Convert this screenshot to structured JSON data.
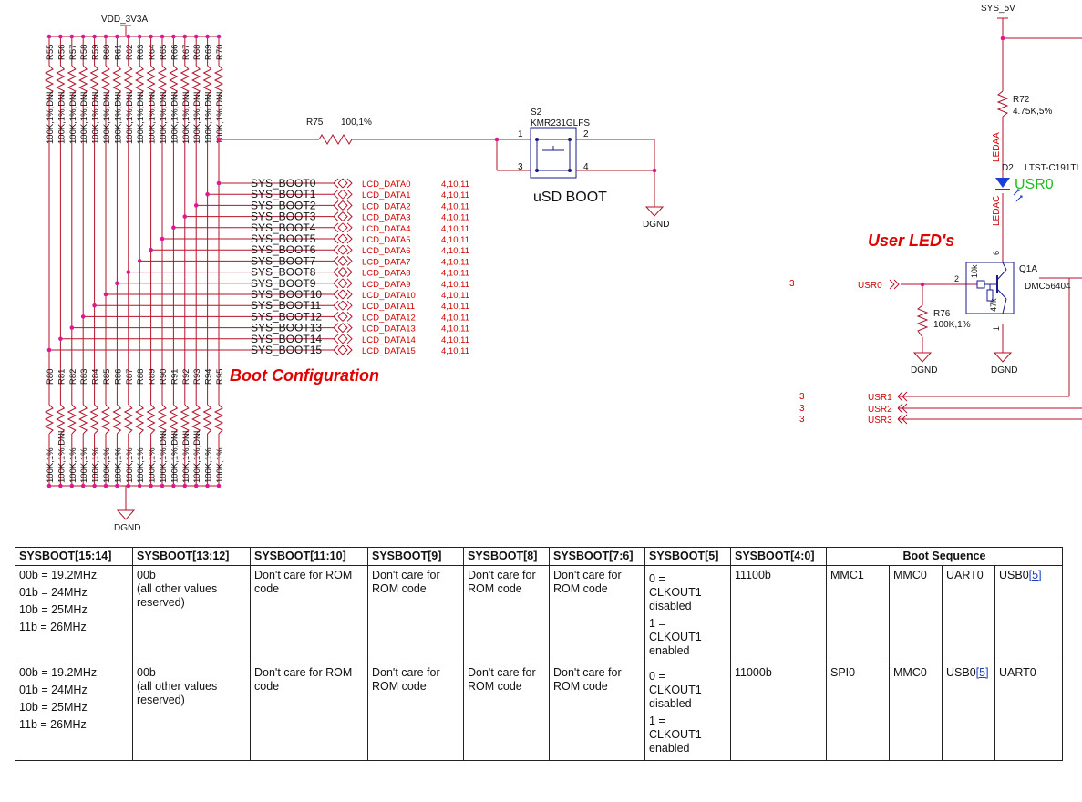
{
  "power": {
    "vdd": "VDD_3V3A",
    "sys5v": "SYS_5V"
  },
  "pullups": {
    "refs": [
      "R55",
      "R56",
      "R57",
      "R58",
      "R59",
      "R60",
      "R61",
      "R62",
      "R63",
      "R64",
      "R65",
      "R66",
      "R67",
      "R68",
      "R69",
      "R70"
    ],
    "values": [
      "100K,1%,DNI",
      "100K,1%,DNI",
      "100K,1%,DNI",
      "100K,1%,DNI",
      "100K,1%,DNI",
      "100K,1%,DNI",
      "100K,1%,DNI",
      "100K,1%,DNI",
      "100K,1%,DNI",
      "100K,1%,DNI",
      "100K,1%,DNI",
      "100K,1%,DNI",
      "100K,1%,DNI",
      "100K,1%,DNI",
      "100K,1%,DNI",
      "100K,1%,DNI"
    ]
  },
  "pulldowns": {
    "refs": [
      "R80",
      "R81",
      "R82",
      "R83",
      "R84",
      "R85",
      "R86",
      "R87",
      "R88",
      "R89",
      "R90",
      "R91",
      "R92",
      "R93",
      "R94",
      "R95"
    ],
    "values": [
      "100K,1%",
      "100K,1%,DNI",
      "100K,1%",
      "100K,1%",
      "100K,1%",
      "100K,1%",
      "100K,1%",
      "100K,1%",
      "100K,1%",
      "100K,1%",
      "100K,1%,DNI",
      "100K,1%,DNI",
      "100K,1%,DNI",
      "100K,1%,DNI",
      "100K,1%",
      "100K,1%"
    ]
  },
  "boot_nets": [
    "SYS_BOOT0",
    "SYS_BOOT1",
    "SYS_BOOT2",
    "SYS_BOOT3",
    "SYS_BOOT4",
    "SYS_BOOT5",
    "SYS_BOOT6",
    "SYS_BOOT7",
    "SYS_BOOT8",
    "SYS_BOOT9",
    "SYS_BOOT10",
    "SYS_BOOT11",
    "SYS_BOOT12",
    "SYS_BOOT13",
    "SYS_BOOT14",
    "SYS_BOOT15"
  ],
  "lcd_nets": [
    "LCD_DATA0",
    "LCD_DATA1",
    "LCD_DATA2",
    "LCD_DATA3",
    "LCD_DATA4",
    "LCD_DATA5",
    "LCD_DATA6",
    "LCD_DATA7",
    "LCD_DATA8",
    "LCD_DATA9",
    "LCD_DATA10",
    "LCD_DATA11",
    "LCD_DATA12",
    "LCD_DATA13",
    "LCD_DATA14",
    "LCD_DATA15"
  ],
  "sheet_ref": "4,10,11",
  "r75": {
    "ref": "R75",
    "value": "100,1%"
  },
  "switch": {
    "ref": "S2",
    "part": "KMR231GLFS",
    "caption": "uSD BOOT",
    "pins": [
      "1",
      "2",
      "3",
      "4"
    ]
  },
  "ground": {
    "label": "DGND"
  },
  "headings": {
    "boot_config": "Boot Configuration",
    "user_leds": "User LED's"
  },
  "led_circuit": {
    "r72": {
      "ref": "R72",
      "value": "4.75K,5%"
    },
    "nets": {
      "ledaa": "LEDAA",
      "ledac": "LEDAC"
    },
    "d2": {
      "ref": "D2",
      "part": "LTST-C191TI",
      "label": "USR0"
    },
    "q1a": {
      "ref": "Q1A",
      "part": "DMC56404",
      "r_base": "10k",
      "r_be": "47k",
      "pins": [
        "6",
        "2",
        "1"
      ]
    },
    "usr0": {
      "net": "USR0",
      "sheet": "3"
    },
    "r76": {
      "ref": "R76",
      "value": "100K,1%"
    }
  },
  "usr_nets": [
    {
      "net": "USR1",
      "sheet": "3"
    },
    {
      "net": "USR2",
      "sheet": "3"
    },
    {
      "net": "USR3",
      "sheet": "3"
    }
  ],
  "table": {
    "headers": [
      "SYSBOOT[15:14]",
      "SYSBOOT[13:12]",
      "SYSBOOT[11:10]",
      "SYSBOOT[9]",
      "SYSBOOT[8]",
      "SYSBOOT[7:6]",
      "SYSBOOT[5]",
      "SYSBOOT[4:0]",
      "Boot Sequence"
    ],
    "rows": [
      {
        "freq": [
          "00b = 19.2MHz",
          "01b = 24MHz",
          "10b = 25MHz",
          "11b = 26MHz"
        ],
        "b13_12": [
          "00b",
          "(all other values",
          "reserved)"
        ],
        "b11_10": "Don't care for ROM code",
        "b9": "Don't care for ROM code",
        "b8": "Don't care for ROM code",
        "b7_6": "Don't care for ROM code",
        "clk": [
          "0 =",
          "CLKOUT1",
          "disabled",
          "1 =",
          "CLKOUT1",
          "enabled"
        ],
        "b4_0": "11100b",
        "seq": [
          "MMC1",
          "MMC0",
          "UART0",
          "USB0"
        ],
        "seq_ref": "[5]"
      },
      {
        "freq": [
          "00b = 19.2MHz",
          "01b = 24MHz",
          "10b = 25MHz",
          "11b = 26MHz"
        ],
        "b13_12": [
          "00b",
          "(all other values",
          "reserved)"
        ],
        "b11_10": "Don't care for ROM code",
        "b9": "Don't care for ROM code",
        "b8": "Don't care for ROM code",
        "b7_6": "Don't care for ROM code",
        "clk": [
          "0 =",
          "CLKOUT1",
          "disabled",
          "1 =",
          "CLKOUT1",
          "enabled"
        ],
        "b4_0": "11000b",
        "seq": [
          "SPI0",
          "MMC0",
          "USB0",
          "UART0"
        ],
        "seq_ref": "[5]"
      }
    ]
  },
  "colors": {
    "wire": "#b5122a",
    "net_label": "#d10000",
    "dot": "#e0188f",
    "text": "#111111",
    "part": "#1a1a8c",
    "heading": "#e00000",
    "led": "#1a3fd6",
    "led_label": "#22bb22",
    "link": "#1a3fbf"
  }
}
